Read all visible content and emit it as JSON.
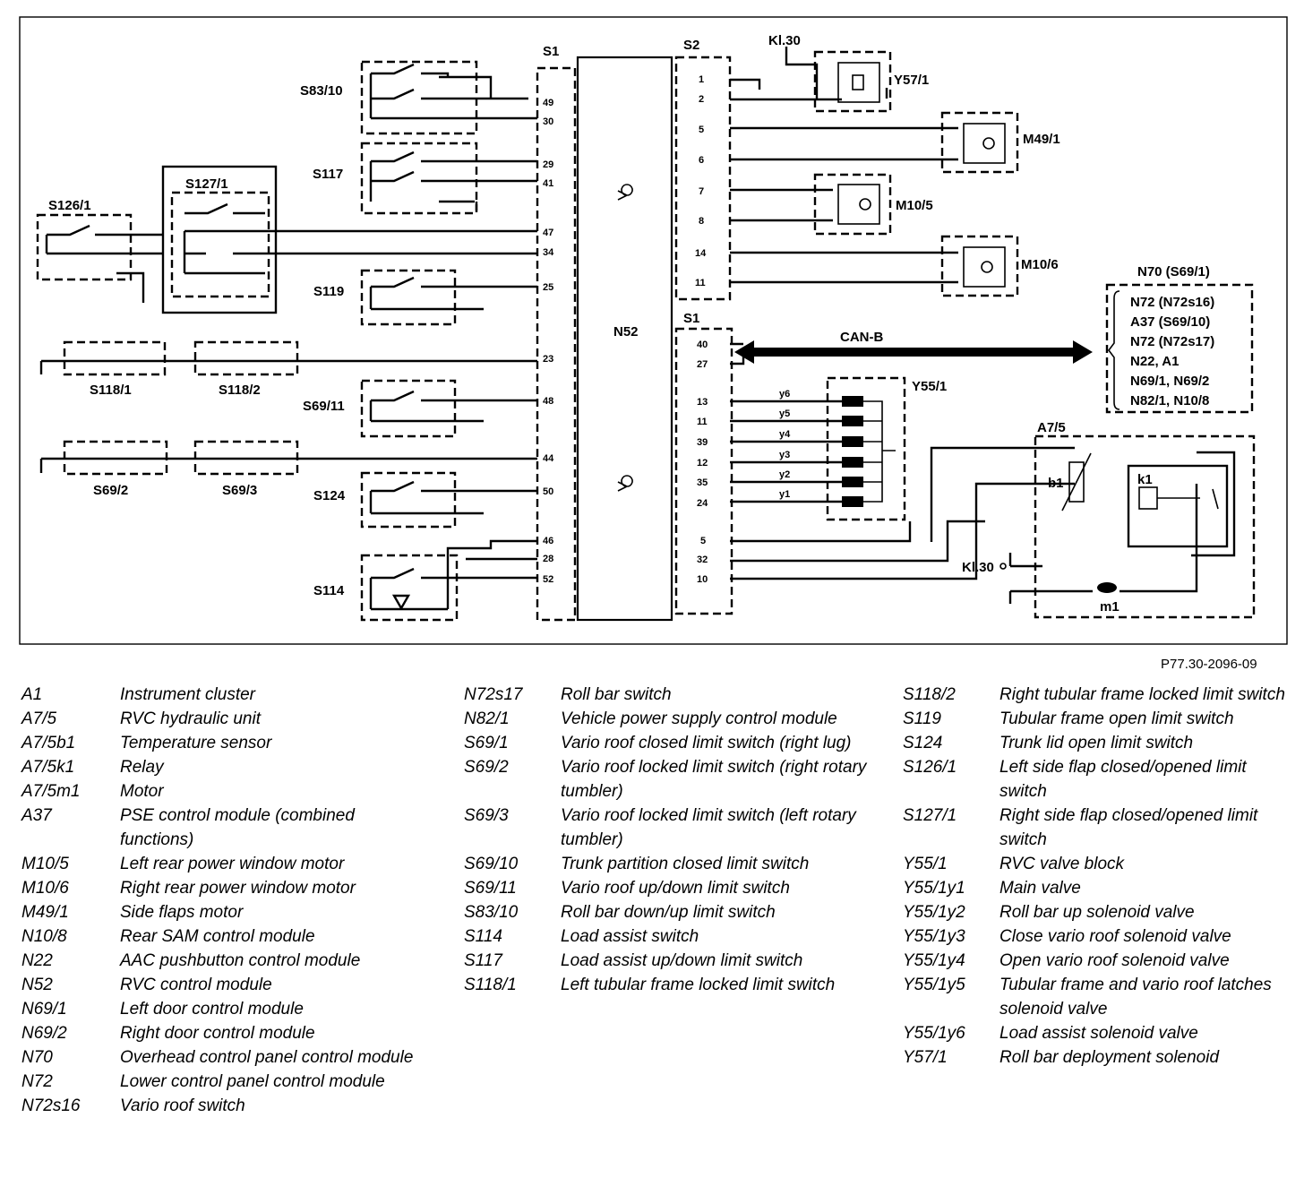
{
  "diagram": {
    "labels": {
      "s1_top": "S1",
      "s2": "S2",
      "s1_bottom": "S1",
      "n52": "N52",
      "kl30_top": "Kl.30",
      "kl30_bottom": "Kl.30",
      "y57_1": "Y57/1",
      "m49_1": "M49/1",
      "m10_5": "M10/5",
      "m10_6": "M10/6",
      "s83_10": "S83/10",
      "s117": "S117",
      "s127_1": "S127/1",
      "s126_1": "S126/1",
      "s119": "S119",
      "s118_1": "S118/1",
      "s118_2": "S118/2",
      "s69_11": "S69/11",
      "s69_2": "S69/2",
      "s69_3": "S69/3",
      "s124": "S124",
      "s114": "S114",
      "can_b": "CAN-B",
      "y55_1": "Y55/1",
      "a7_5": "A7/5",
      "b1": "b1",
      "k1": "k1",
      "m1": "m1",
      "n70_title": "N70 (S69/1)",
      "n70_lines": [
        "N72 (N72s16)",
        "A37 (S69/10)",
        "N72 (N72s17)",
        "N22, A1",
        "N69/1, N69/2",
        "N82/1, N10/8"
      ],
      "valves": [
        "y6",
        "y5",
        "y4",
        "y3",
        "y2",
        "y1"
      ]
    },
    "pins_s1_left": [
      "49",
      "30",
      "29",
      "41",
      "47",
      "34",
      "25",
      "23",
      "48",
      "44",
      "50",
      "46",
      "28",
      "52"
    ],
    "pins_s2": [
      "1",
      "2",
      "5",
      "6",
      "7",
      "8",
      "14",
      "11"
    ],
    "pins_s1_right": [
      "40",
      "27",
      "13",
      "11",
      "39",
      "12",
      "35",
      "24",
      "5",
      "32",
      "10"
    ],
    "reference": "P77.30-2096-09"
  },
  "legend": {
    "col1": [
      {
        "code": "A1",
        "desc": "Instrument cluster"
      },
      {
        "code": "A7/5",
        "desc": "RVC hydraulic unit"
      },
      {
        "code": "A7/5b1",
        "desc": "Temperature sensor"
      },
      {
        "code": "A7/5k1",
        "desc": "Relay"
      },
      {
        "code": "A7/5m1",
        "desc": "Motor"
      },
      {
        "code": "A37",
        "desc": "PSE control module (combined functions)"
      },
      {
        "code": "M10/5",
        "desc": "Left rear power window motor"
      },
      {
        "code": "M10/6",
        "desc": "Right rear power window motor"
      },
      {
        "code": "M49/1",
        "desc": "Side flaps motor"
      },
      {
        "code": "N10/8",
        "desc": "Rear SAM control module"
      },
      {
        "code": "N22",
        "desc": "AAC pushbutton control module"
      },
      {
        "code": "N52",
        "desc": "RVC control module"
      },
      {
        "code": "N69/1",
        "desc": "Left door control module"
      },
      {
        "code": "N69/2",
        "desc": "Right door control module"
      },
      {
        "code": "N70",
        "desc": "Overhead control panel control module"
      },
      {
        "code": "N72",
        "desc": "Lower control panel control module"
      },
      {
        "code": "N72s16",
        "desc": "Vario roof switch"
      }
    ],
    "col2": [
      {
        "code": "N72s17",
        "desc": "Roll bar switch"
      },
      {
        "code": "N82/1",
        "desc": "Vehicle power supply control module"
      },
      {
        "code": "S69/1",
        "desc": "Vario roof closed limit switch (right lug)"
      },
      {
        "code": "S69/2",
        "desc": "Vario roof locked limit switch (right rotary tumbler)"
      },
      {
        "code": "S69/3",
        "desc": "Vario roof locked limit switch (left rotary tumbler)"
      },
      {
        "code": "S69/10",
        "desc": "Trunk partition closed limit switch"
      },
      {
        "code": "S69/11",
        "desc": "Vario roof up/down limit switch"
      },
      {
        "code": "S83/10",
        "desc": "Roll bar down/up limit switch"
      },
      {
        "code": "S114",
        "desc": "Load assist switch"
      },
      {
        "code": "S117",
        "desc": "Load assist up/down limit switch"
      },
      {
        "code": "S118/1",
        "desc": "Left tubular frame locked limit switch"
      }
    ],
    "col3": [
      {
        "code": "S118/2",
        "desc": "Right tubular frame locked limit switch"
      },
      {
        "code": "S119",
        "desc": "Tubular frame open limit switch"
      },
      {
        "code": "S124",
        "desc": "Trunk lid open limit switch"
      },
      {
        "code": "S126/1",
        "desc": "Left side flap closed/opened limit switch"
      },
      {
        "code": "S127/1",
        "desc": "Right side flap closed/opened limit switch"
      },
      {
        "code": "Y55/1",
        "desc": "RVC valve block"
      },
      {
        "code": "Y55/1y1",
        "desc": "Main valve"
      },
      {
        "code": "Y55/1y2",
        "desc": "Roll bar up solenoid valve"
      },
      {
        "code": "Y55/1y3",
        "desc": "Close vario roof solenoid valve"
      },
      {
        "code": "Y55/1y4",
        "desc": "Open vario roof solenoid valve"
      },
      {
        "code": "Y55/1y5",
        "desc": "Tubular frame and vario roof latches solenoid valve"
      },
      {
        "code": "Y55/1y6",
        "desc": "Load assist solenoid valve"
      },
      {
        "code": "Y57/1",
        "desc": "Roll bar deployment solenoid"
      }
    ]
  }
}
